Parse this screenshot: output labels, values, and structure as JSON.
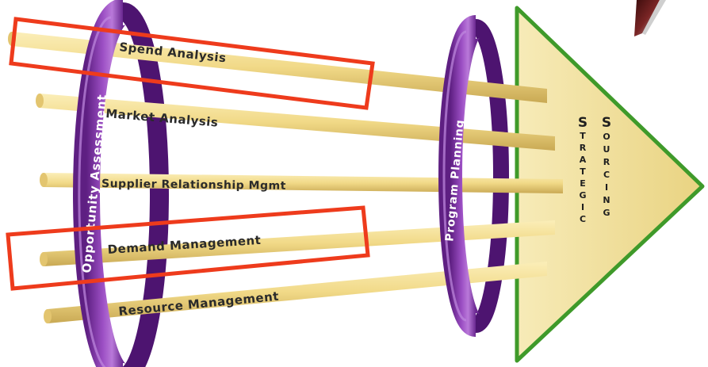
{
  "diagram": {
    "rods": [
      {
        "id": "spend-analysis",
        "label": "Spend Analysis",
        "highlighted": true
      },
      {
        "id": "market-analysis",
        "label": "Market Analysis",
        "highlighted": false
      },
      {
        "id": "supplier-relationship-mgmt",
        "label": "Supplier Relationship Mgmt",
        "highlighted": false
      },
      {
        "id": "demand-management",
        "label": "Demand Management",
        "highlighted": true
      },
      {
        "id": "resource-management",
        "label": "Resource Management",
        "highlighted": false
      }
    ],
    "left_ring_label": "Opportunity Assessment",
    "middle_ring_label": "Program Planning",
    "arrow": {
      "word1": "Strategic",
      "word2": "Sourcing"
    }
  },
  "colors": {
    "rod": "#f3dc8f",
    "rod_shadow": "#c9ac55",
    "ring": "#8b3fb0",
    "ring_dark": "#5e1f82",
    "ring_light": "#b26fd2",
    "arrow_fill": "#f2e2a0",
    "arrow_border": "#3f9a2a",
    "highlight_box": "#ee3b1c",
    "corner_shape": "#6b1f1f"
  }
}
